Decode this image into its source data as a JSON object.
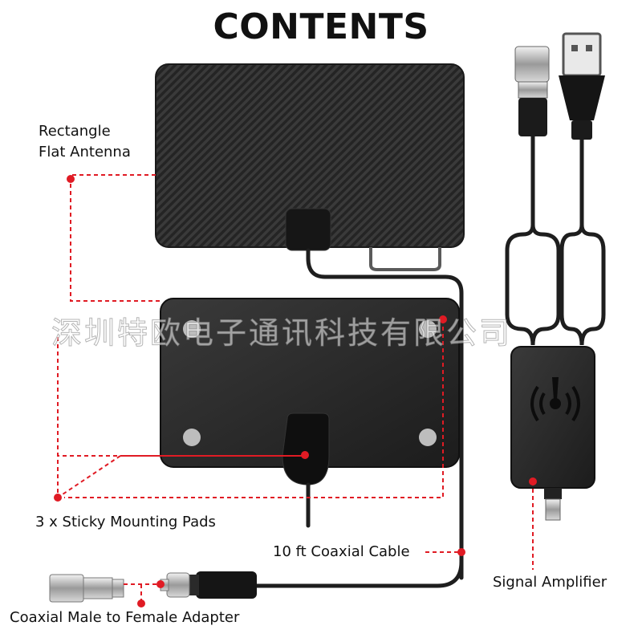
{
  "title": "CONTENTS",
  "labels": {
    "antenna": [
      "Rectangle",
      "Flat Antenna"
    ],
    "pads": "3 x Sticky Mounting Pads",
    "cable": "10 ft Coaxial Cable",
    "amplifier": "Signal Amplifier",
    "adapter": "Coaxial Male to Female Adapter"
  },
  "watermark": "深圳特欧电子通讯科技有限公司",
  "colors": {
    "callout": "#e01b24",
    "product": "#2b2b2b",
    "cable": "#1e1e1e",
    "text": "#111111"
  }
}
